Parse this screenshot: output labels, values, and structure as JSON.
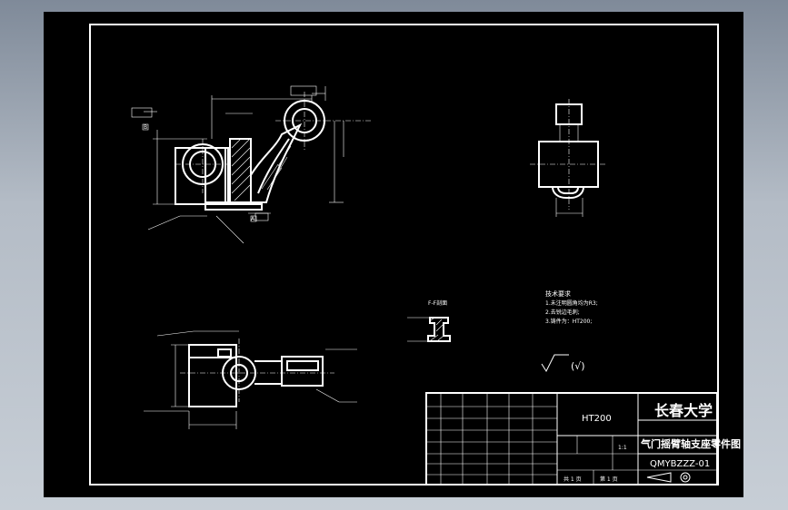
{
  "drawing": {
    "university": "长春大学",
    "title": "气门摇臂轴支座零件图",
    "drawing_number": "QMYBZZZ-01",
    "material": "HT200",
    "scale": "1:1",
    "sheet_total": "共 1 页",
    "sheet_index": "第 1 页"
  },
  "technical_requirements": {
    "heading": "技术要求",
    "items": [
      "1.未注明圆角均为R3;",
      "2.去锐边毛刺;",
      "3.铸件为：HT200;"
    ]
  },
  "roughness_note": "(√)",
  "section_label": "F-F剖面",
  "datum_labels": [
    "B",
    "A",
    "A"
  ]
}
